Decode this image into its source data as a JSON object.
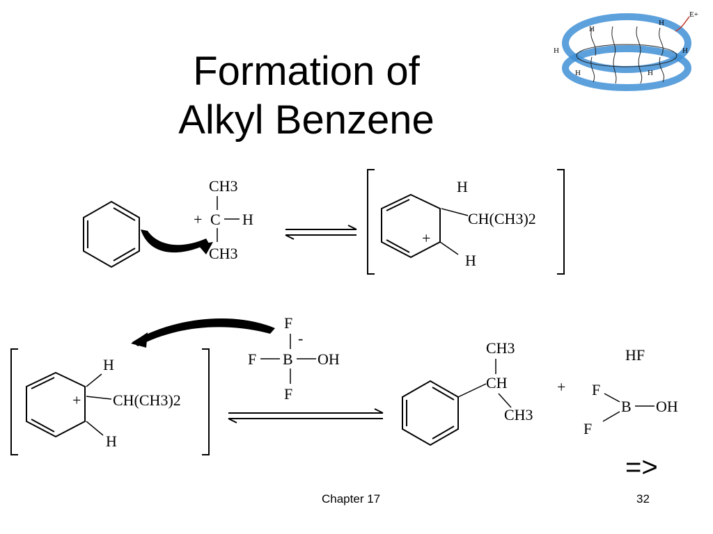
{
  "slide": {
    "title_line1": "Formation of",
    "title_line2": "Alkyl Benzene",
    "footer_chapter": "Chapter 17",
    "page_number": "32",
    "nav_arrow": "=>"
  },
  "orbital_inset": {
    "h_labels": [
      "H",
      "H",
      "H",
      "H",
      "H",
      "H"
    ],
    "electrophile": "E+"
  },
  "reaction1": {
    "reactant_top": "CH3",
    "reactant_carbon": "C",
    "reactant_h": "H",
    "reactant_bottom": "CH3",
    "charge": "+",
    "product_h_top": "H",
    "product_substituent": "CH(CH3)2",
    "product_charge": "+",
    "product_h_bottom": "H"
  },
  "reaction2": {
    "intermediate_h_top": "H",
    "intermediate_charge": "+",
    "intermediate_substituent": "CH(CH3)2",
    "intermediate_h_bottom": "H",
    "bf3oh_f_top": "F",
    "bf3oh_charge": "-",
    "bf3oh_f_left": "F",
    "bf3oh_b": "B",
    "bf3oh_oh": "OH",
    "bf3oh_f_bottom": "F",
    "product_top": "CH3",
    "product_ch": "CH",
    "product_bottom": "CH3",
    "plus": "+",
    "hf": "HF",
    "bf2oh_f_top": "F",
    "bf2oh_b": "B",
    "bf2oh_oh": "OH",
    "bf2oh_f_bottom": "F"
  }
}
